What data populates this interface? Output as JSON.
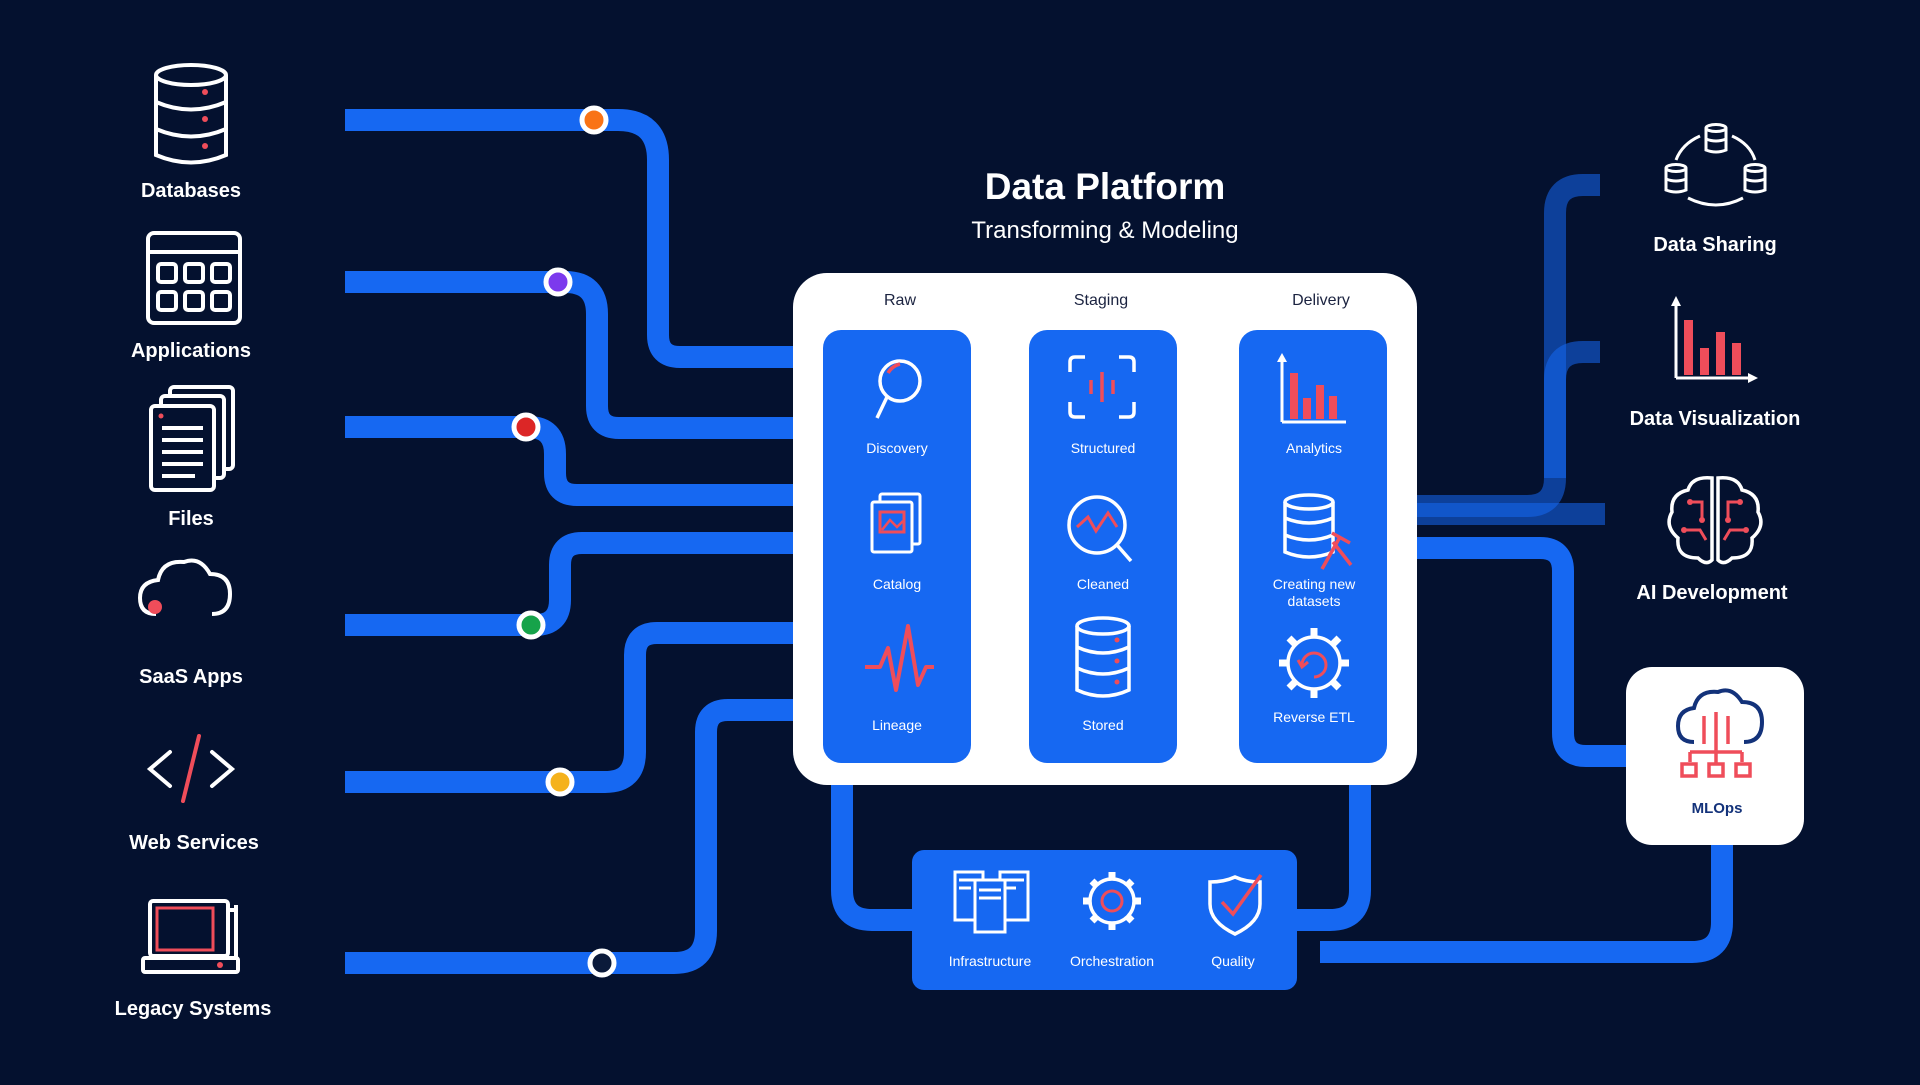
{
  "header": {
    "title": "Data Platform",
    "subtitle": "Transforming & Modeling"
  },
  "sources": [
    {
      "label": "Databases",
      "icon": "database-icon",
      "dot_color": "#f97316"
    },
    {
      "label": "Applications",
      "icon": "applications-grid-icon",
      "dot_color": "#7c3aed"
    },
    {
      "label": "Files",
      "icon": "files-icon",
      "dot_color": "#dc2626"
    },
    {
      "label": "SaaS Apps",
      "icon": "cloud-icon",
      "dot_color": "#16a34a"
    },
    {
      "label": "Web Services",
      "icon": "code-icon",
      "dot_color": "#f5b21c"
    },
    {
      "label": "Legacy Systems",
      "icon": "computer-icon",
      "dot_color": "#0b1a3a"
    }
  ],
  "columns": [
    {
      "heading": "Raw",
      "items": [
        {
          "label": "Discovery",
          "icon": "magnifier-icon"
        },
        {
          "label": "Catalog",
          "icon": "catalog-icon"
        },
        {
          "label": "Lineage",
          "icon": "pulse-icon"
        }
      ]
    },
    {
      "heading": "Staging",
      "items": [
        {
          "label": "Structured",
          "icon": "scan-frame-icon"
        },
        {
          "label": "Cleaned",
          "icon": "search-chart-icon"
        },
        {
          "label": "Stored",
          "icon": "database-icon"
        }
      ]
    },
    {
      "heading": "Delivery",
      "items": [
        {
          "label": "Analytics",
          "icon": "bar-chart-icon"
        },
        {
          "label": "Creating new datasets",
          "label_lines": [
            "Creating new",
            "datasets"
          ],
          "icon": "database-tools-icon"
        },
        {
          "label": "Reverse ETL",
          "icon": "gear-refresh-icon"
        }
      ]
    }
  ],
  "foundation": [
    {
      "label": "Infrastructure",
      "icon": "servers-icon"
    },
    {
      "label": "Orchestration",
      "icon": "gear-icon"
    },
    {
      "label": "Quality",
      "icon": "shield-check-icon"
    }
  ],
  "outputs": [
    {
      "label": "Data Sharing",
      "icon": "shared-databases-icon"
    },
    {
      "label": "Data Visualization",
      "icon": "bar-chart-icon"
    },
    {
      "label": "AI Development",
      "icon": "brain-icon"
    },
    {
      "label": "MLOps",
      "icon": "cloud-network-icon"
    }
  ],
  "colors": {
    "background": "#04112f",
    "pipe": "#1668f2",
    "accent": "#ef4d5a",
    "panel": "#ffffff",
    "card": "#1668f2"
  }
}
